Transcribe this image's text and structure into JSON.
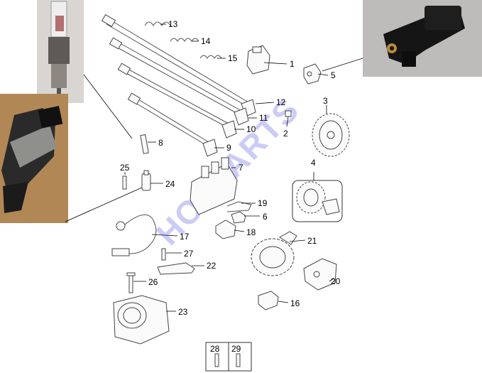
{
  "watermark": "HOTPARTS",
  "part_numbers": [
    "1",
    "2",
    "3",
    "4",
    "5",
    "6",
    "7",
    "8",
    "9",
    "10",
    "11",
    "12",
    "13",
    "14",
    "15",
    "16",
    "17",
    "18",
    "19",
    "20",
    "21",
    "22",
    "23",
    "24",
    "25",
    "26",
    "27",
    "28",
    "29"
  ]
}
